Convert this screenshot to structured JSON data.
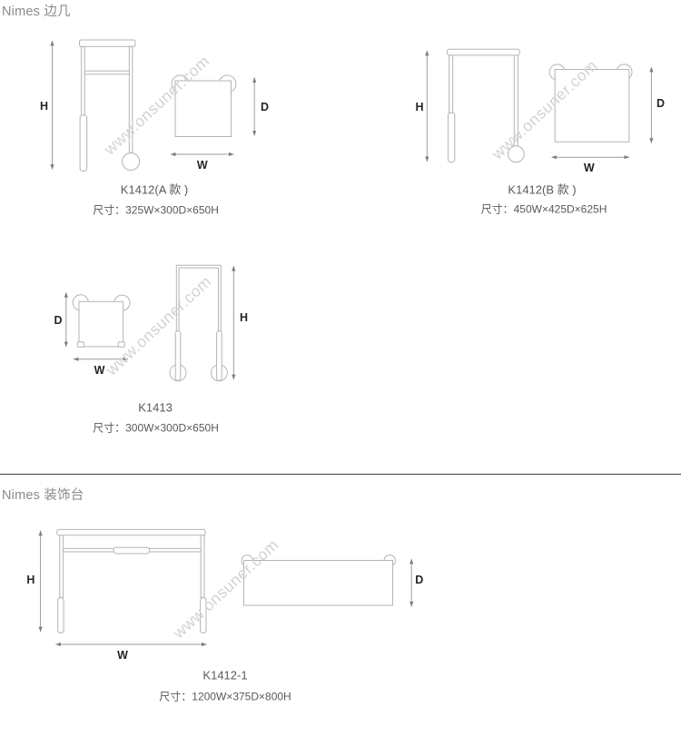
{
  "sections": [
    {
      "heading": "Nimes 边几",
      "products": [
        {
          "name": "K1412(A 款 )",
          "size": "尺寸：325W×300D×650H",
          "dims": {
            "h": "H",
            "w": "W",
            "d": "D"
          }
        },
        {
          "name": "K1412(B 款 )",
          "size": "尺寸：450W×425D×625H",
          "dims": {
            "h": "H",
            "w": "W",
            "d": "D"
          }
        },
        {
          "name": "K1413",
          "size": "尺寸：300W×300D×650H",
          "dims": {
            "h": "H",
            "w": "W",
            "d": "D"
          }
        }
      ]
    },
    {
      "heading": "Nimes 装饰台",
      "products": [
        {
          "name": "K1412-1",
          "size": "尺寸：1200W×375D×800H",
          "dims": {
            "h": "H",
            "w": "W",
            "d": "D"
          }
        }
      ]
    }
  ],
  "watermark": {
    "text": "www.onsuner.com",
    "color": "#cbcbcb"
  },
  "colors": {
    "background": "#ffffff",
    "drawing_line": "#b4b4b4",
    "dimension_line": "#9d9d9d",
    "dimension_label": "#242424",
    "product_text": "#595959",
    "heading_text": "#8a8a8a",
    "divider": "#3c3c3c"
  }
}
